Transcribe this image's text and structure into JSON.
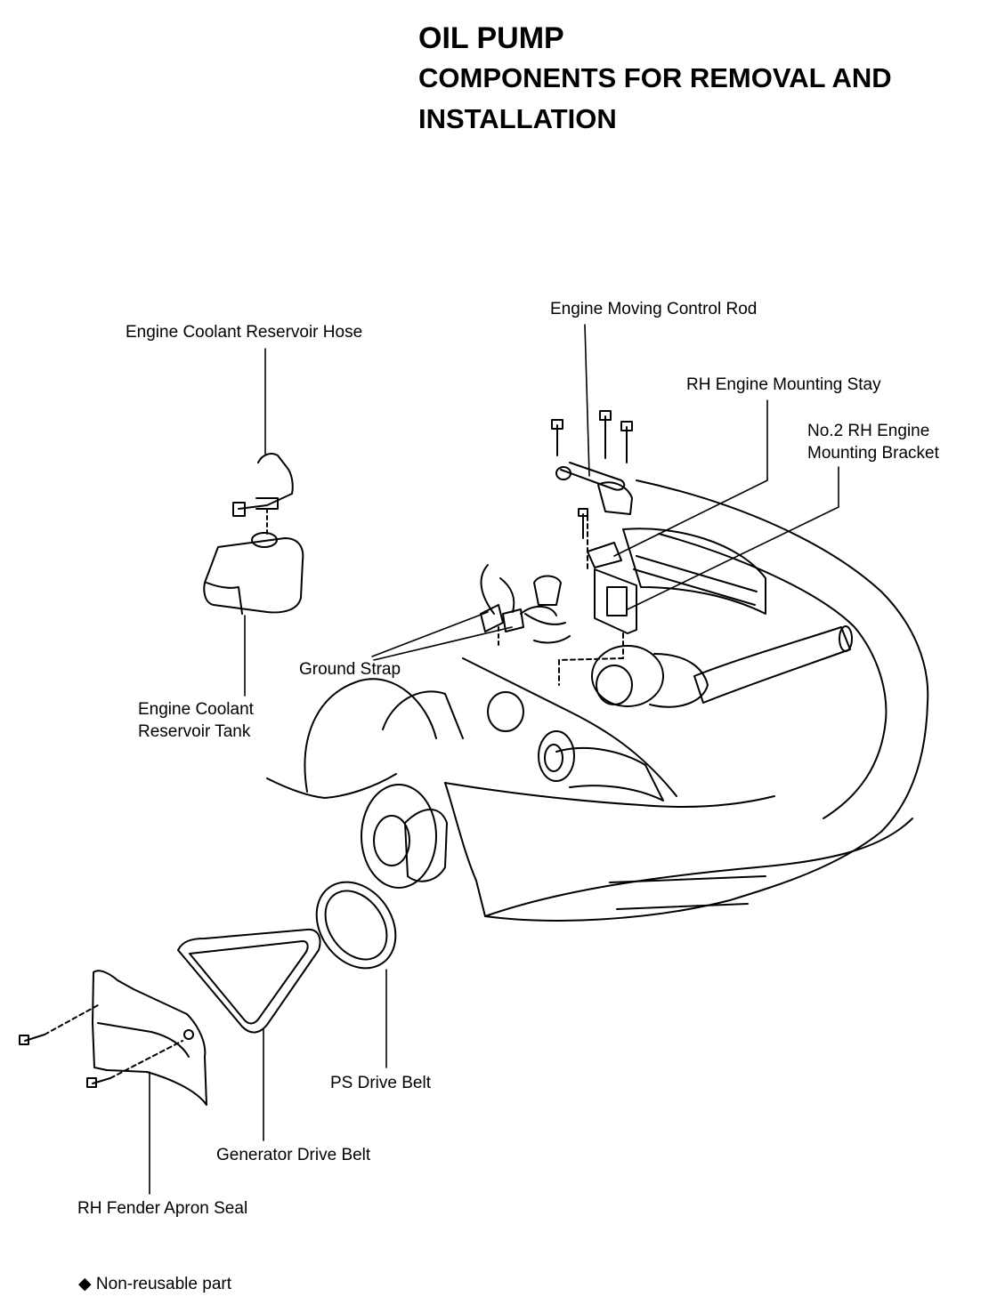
{
  "header": {
    "title": "OIL PUMP",
    "subtitle_line1": "COMPONENTS FOR REMOVAL AND",
    "subtitle_line2": "INSTALLATION"
  },
  "labels": {
    "coolant_hose": "Engine Coolant Reservoir Hose",
    "control_rod": "Engine Moving Control Rod",
    "mounting_stay": "RH Engine Mounting Stay",
    "bracket_line1": "No.2 RH Engine",
    "bracket_line2": "Mounting Bracket",
    "ground_strap": "Ground Strap",
    "tank_line1": "Engine Coolant",
    "tank_line2": "Reservoir Tank",
    "ps_belt": "PS Drive Belt",
    "generator_belt": "Generator Drive Belt",
    "apron_seal": "RH Fender Apron Seal"
  },
  "legend": {
    "symbol": "◆",
    "text": "Non-reusable part"
  }
}
